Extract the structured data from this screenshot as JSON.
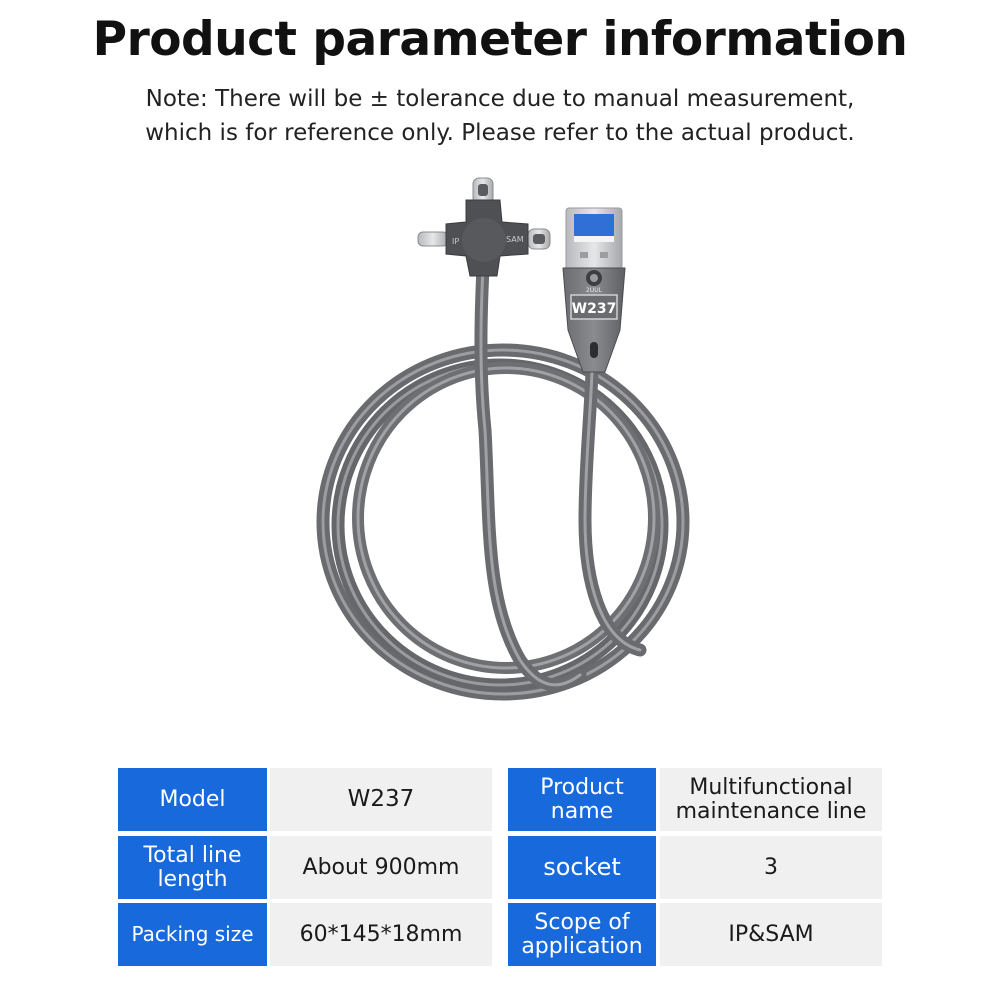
{
  "header": {
    "title": "Product parameter information",
    "note_line1": "Note: There will be ± tolerance due to manual measurement,",
    "note_line2": "which is for reference only. Please refer to the actual product."
  },
  "product_image": {
    "connector_labels": {
      "left": "IP",
      "right": "SAM"
    },
    "plug_brand": "2UUL",
    "plug_model": "W237",
    "colors": {
      "cable": "#6f7073",
      "cable_highlight": "#9a9b9e",
      "usb_insert": "#2f6fd6"
    }
  },
  "colors": {
    "label_bg": "#1769dc",
    "value_bg": "#f0f0f0"
  },
  "specs": {
    "model": {
      "label": "Model",
      "value": "W237"
    },
    "product_name": {
      "label_line1": "Product",
      "label_line2": "name",
      "value_line1": "Multifunctional",
      "value_line2": "maintenance line"
    },
    "total_line_length": {
      "label_line1": "Total line",
      "label_line2": "length",
      "value": "About 900mm"
    },
    "socket": {
      "label": "socket",
      "value": "3"
    },
    "packing_size": {
      "label": "Packing size",
      "value": "60*145*18mm"
    },
    "scope": {
      "label_line1": "Scope of",
      "label_line2": "application",
      "value": "IP&SAM"
    }
  }
}
